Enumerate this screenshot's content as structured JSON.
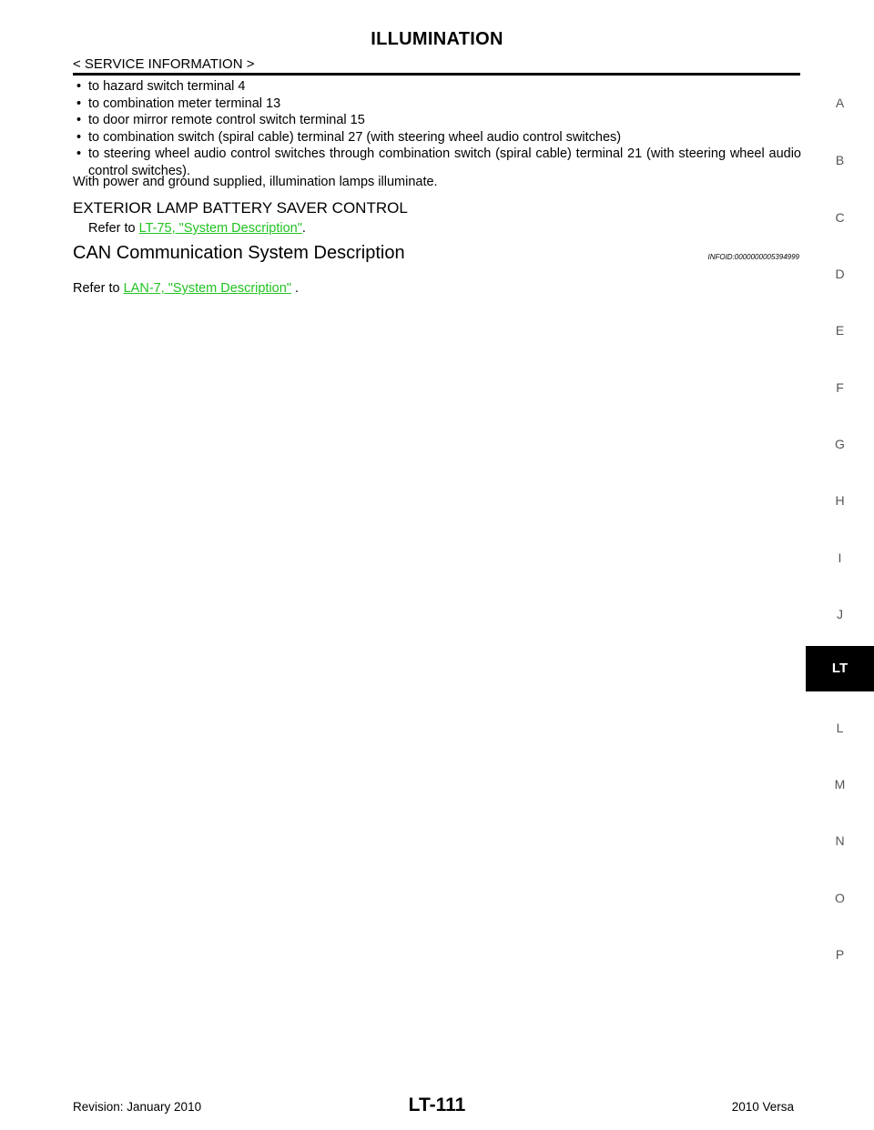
{
  "header": {
    "title": "ILLUMINATION",
    "section": "< SERVICE INFORMATION >"
  },
  "body": {
    "bullets": [
      "to hazard switch terminal 4",
      "to combination meter terminal 13",
      "to door mirror remote control switch terminal 15",
      "to combination switch (spiral cable) terminal 27 (with steering wheel audio control switches)",
      "to steering wheel audio control switches through combination switch (spiral cable) terminal 21 (with steering wheel audio control switches)."
    ],
    "bullet_marker": "•",
    "after_bullets": "With power and ground supplied, illumination lamps illuminate.",
    "subheading": "EXTERIOR LAMP BATTERY SAVER CONTROL",
    "refer1_prefix": "Refer to ",
    "refer1_link": "LT-75, \"System Description\"",
    "refer1_suffix": ".",
    "section_heading": "CAN Communication System Description",
    "info_id": "INFOID:0000000005394999",
    "refer2_prefix": "Refer to ",
    "refer2_link": "LAN-7, \"System Description\"",
    "refer2_suffix": " ."
  },
  "side_tabs": [
    "A",
    "B",
    "C",
    "D",
    "E",
    "F",
    "G",
    "H",
    "I",
    "J",
    "LT",
    "L",
    "M",
    "N",
    "O",
    "P"
  ],
  "active_tab": "LT",
  "footer": {
    "revision": "Revision: January 2010",
    "page": "LT-111",
    "model": "2010 Versa"
  },
  "colors": {
    "link": "#22c322",
    "active_tab_bg": "#000000"
  }
}
